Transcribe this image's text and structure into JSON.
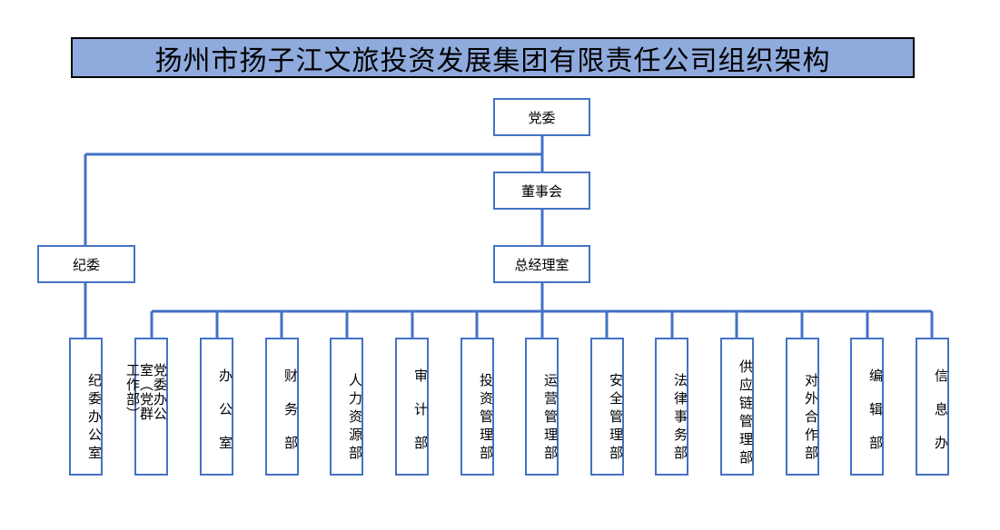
{
  "title": "扬州市扬子江文旅投资发展集团有限责任公司组织架构",
  "nodes": {
    "party_committee": "党委",
    "board": "董事会",
    "discipline": "纪委",
    "gm_office": "总经理室"
  },
  "departments": [
    "纪委办公室",
    "党委办公室（党群工作部）",
    "办公室",
    "财务部",
    "人力资源部",
    "审计部",
    "投资管理部",
    "运营管理部",
    "安全管理部",
    "法律事务部",
    "供应链管理部",
    "对外合作部",
    "编辑部",
    "信息办"
  ],
  "colors": {
    "title_bg": "#8faadc",
    "line": "#4472c4"
  }
}
